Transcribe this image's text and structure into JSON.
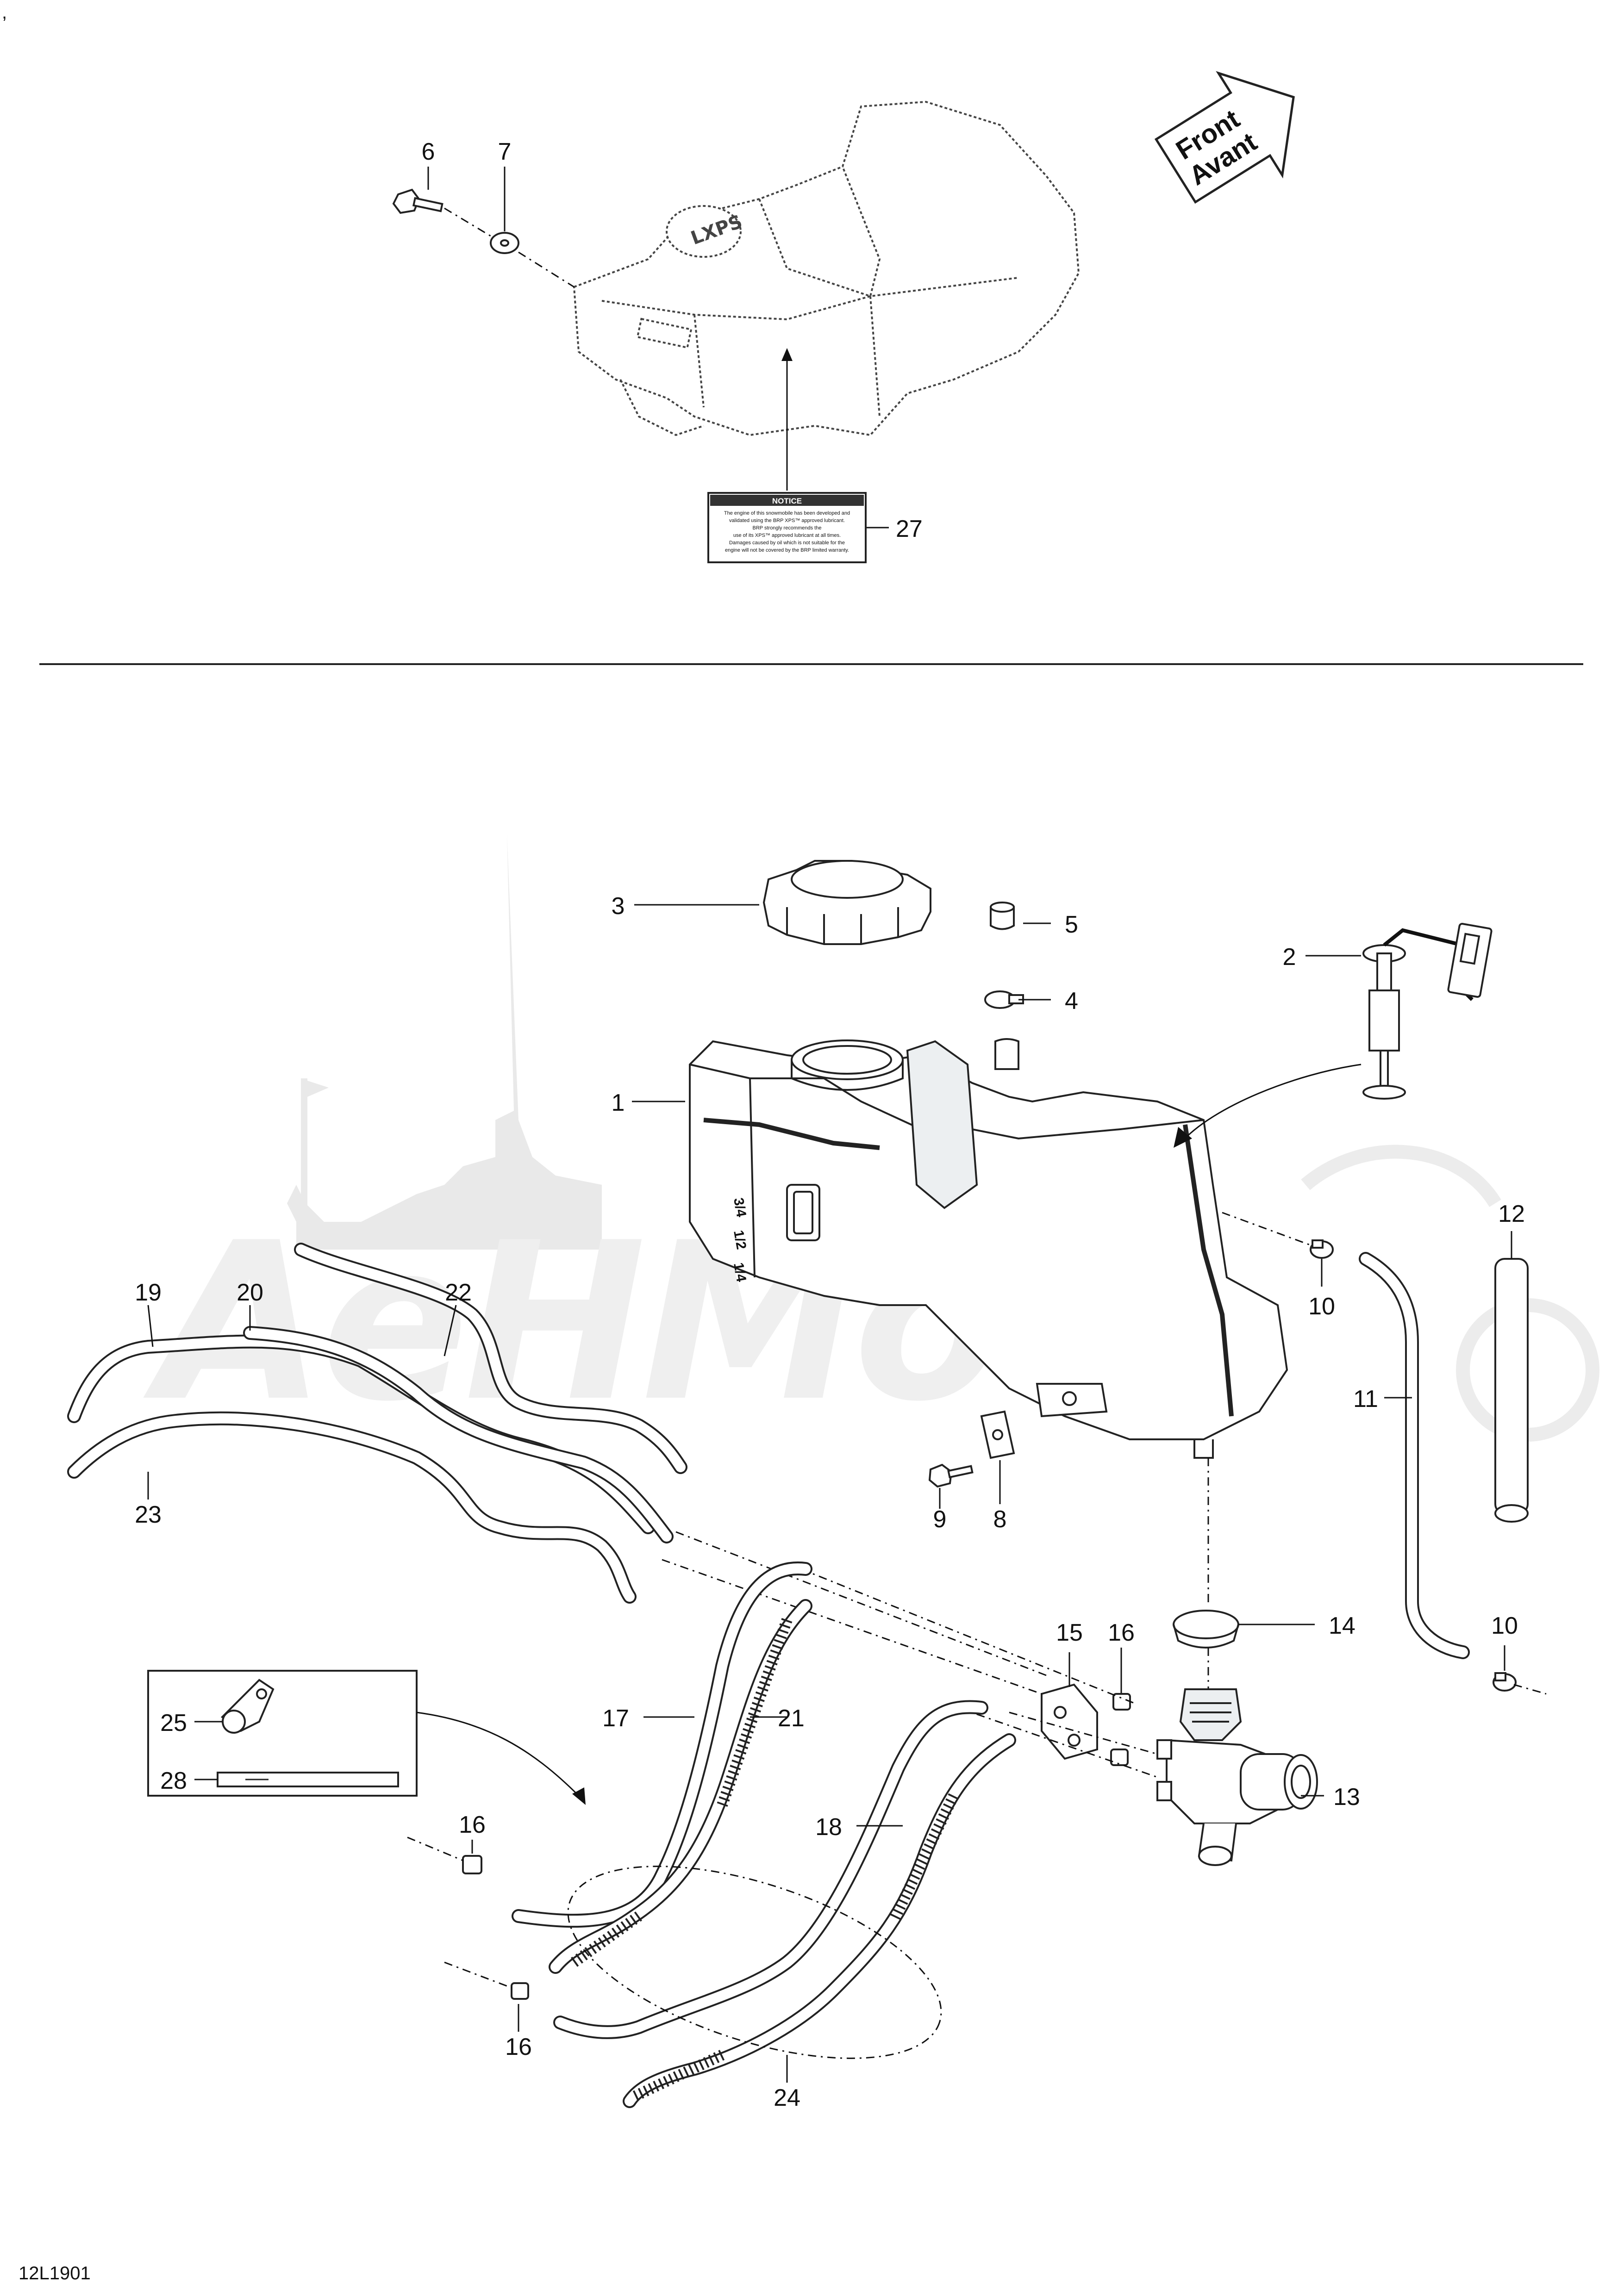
{
  "top_mark": ",",
  "drawing_code": "12L1901",
  "direction_arrow": {
    "line1": "Front",
    "line2": "Avant"
  },
  "notice_decal": {
    "title": "NOTICE",
    "lines": [
      "The engine of this snowmobile has been developed and",
      "validated using the BRP XPS™ approved lubricant.",
      "BRP strongly recommends the",
      "use of its XPS™ approved lubricant at all times.",
      "Damages caused by oil which is not suitable for the",
      "engine will not be covered by the BRP limited warranty."
    ]
  },
  "tank_gauge_marks": [
    "3/4",
    "1/2",
    "1/4"
  ],
  "callouts": {
    "c1": "1",
    "c2": "2",
    "c3": "3",
    "c4": "4",
    "c5": "5",
    "c6": "6",
    "c7": "7",
    "c8": "8",
    "c9": "9",
    "c10a": "10",
    "c10b": "10",
    "c11": "11",
    "c12": "12",
    "c13": "13",
    "c14": "14",
    "c15": "15",
    "c16a": "16",
    "c16b": "16",
    "c16c": "16",
    "c17": "17",
    "c18": "18",
    "c19": "19",
    "c20": "20",
    "c21": "21",
    "c22": "22",
    "c23": "23",
    "c24": "24",
    "c25": "25",
    "c27": "27",
    "c28": "28"
  },
  "colors": {
    "line": "#222222",
    "watermark": "#e9e9e9",
    "background": "#ffffff"
  }
}
